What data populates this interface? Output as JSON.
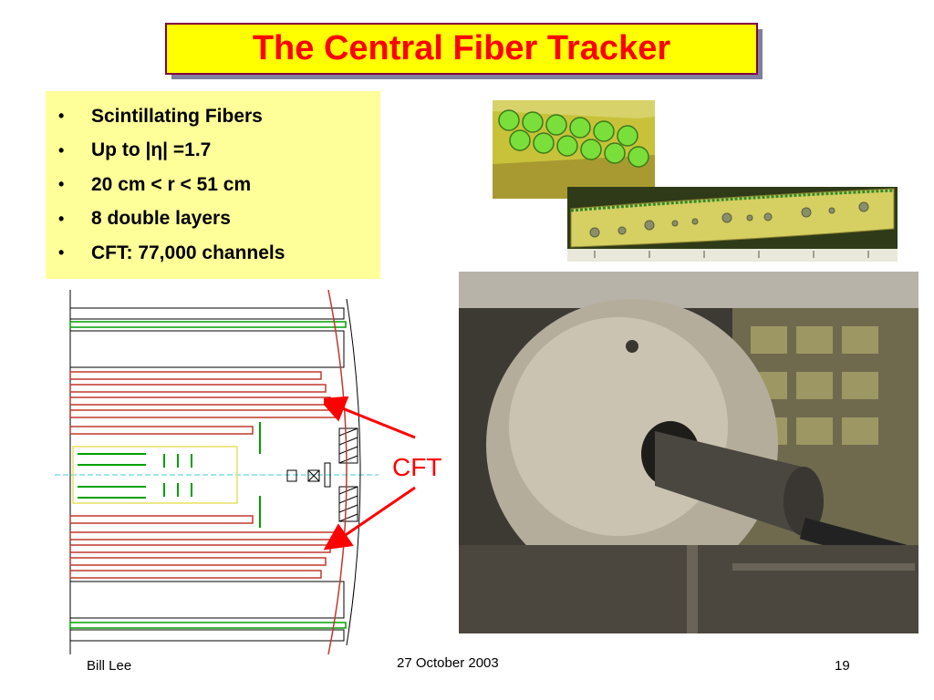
{
  "slide": {
    "title": "The Central Fiber Tracker",
    "bullets": [
      {
        "text": "Scintillating Fibers"
      },
      {
        "text": "Up to |η| =1.7"
      },
      {
        "text": "20 cm < r < 51 cm"
      },
      {
        "text": "8 double layers"
      },
      {
        "text": "CFT: 77,000 channels"
      }
    ],
    "bullet_symbol": "•",
    "callout_label": "CFT",
    "footer": {
      "author": "Bill Lee",
      "date": "27 October 2003",
      "page_number": "19"
    }
  },
  "colors": {
    "title_text": "#ff0000",
    "title_background": "#ffff00",
    "title_border": "#800040",
    "bullet_background": "#ffff99",
    "callout": "#ff0000"
  }
}
